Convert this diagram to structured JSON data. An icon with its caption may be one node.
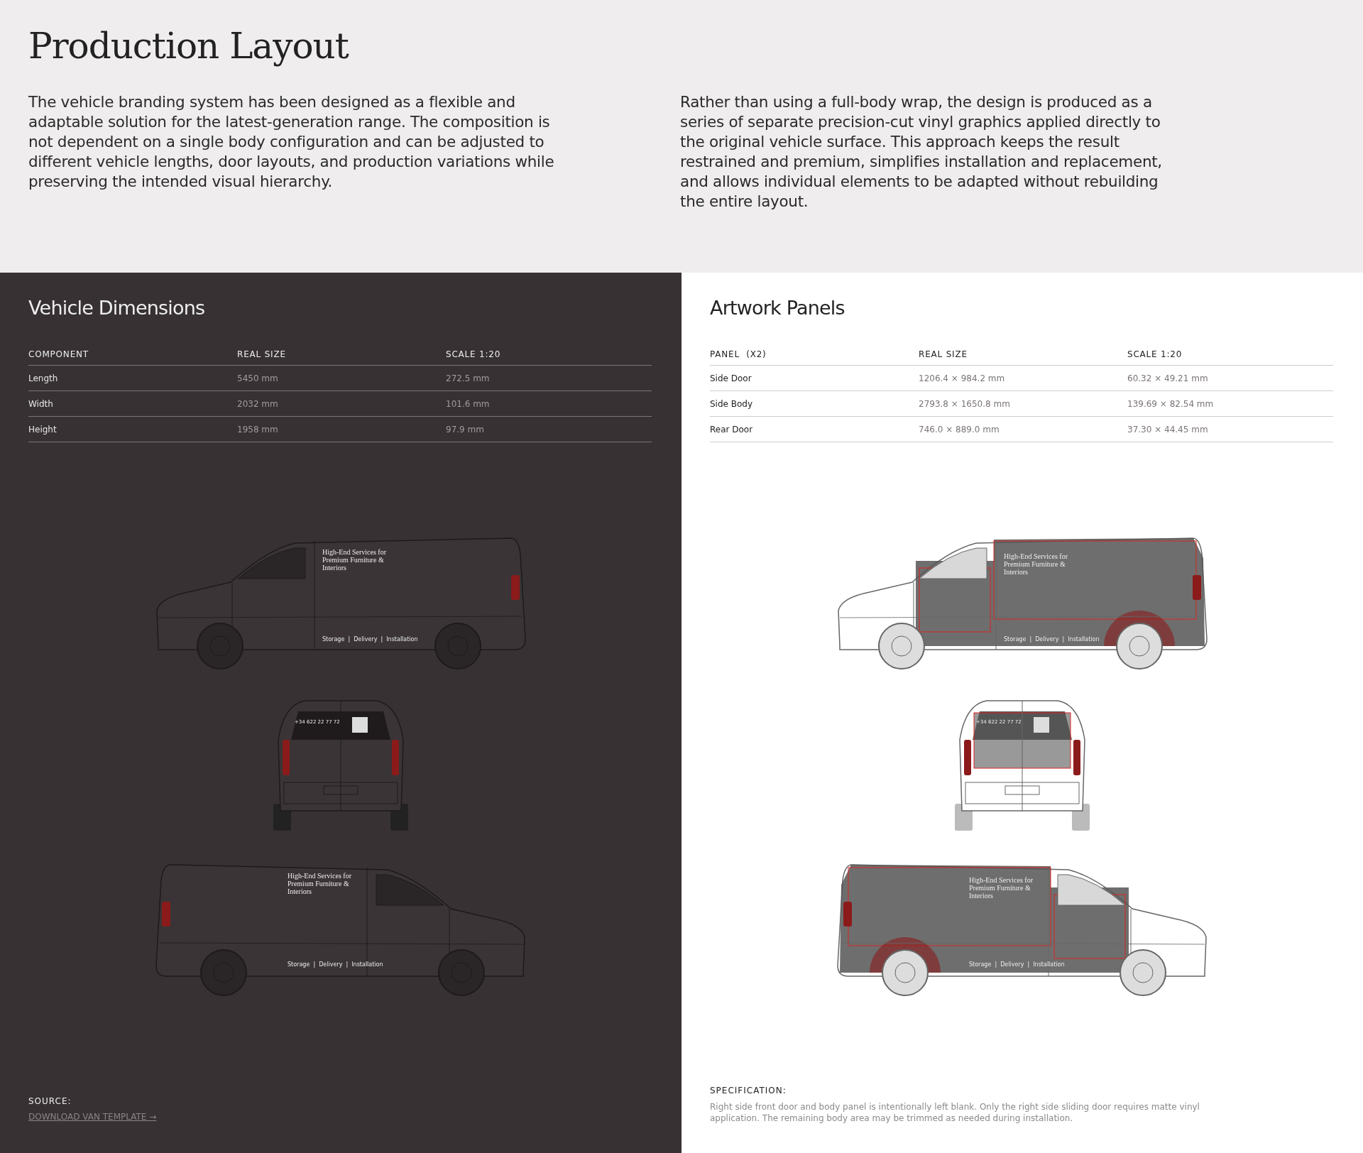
{
  "diagram": {
    "title": "Production Layout",
    "labels": [
      "The vehicle branding system has been designed as a flexible and adaptable solution for the latest-generation range. The composition is not dependent on a single body configuration and can be adjusted to different vehicle lengths, door layouts, and production variations while preserving the intended visual hierarchy.",
      "Rather than using a full-body wrap, the design is produced as a series of separate precision-cut vinyl graphics applied directly to the original vehicle surface. This approach keeps the result restrained and premium, simplifies installation and replacement, and allows individual elements to be adapted without rebuilding the entire layout.",
      "Vehicle Dimensions",
      "COMPONENT",
      "REAL SIZE",
      "SCALE 1:20",
      "Length",
      "5450 mm",
      "272.5 mm",
      "Width",
      "2032 mm",
      "101.6 mm",
      "Height",
      "1958 mm",
      "97.9 mm",
      "Artwork Panels",
      "PANEL  (X2)",
      "REAL SIZE",
      "SCALE 1:20",
      "Side Door",
      "1206.4 × 984.2 mm",
      "60.32 × 49.21 mm",
      "Side Body",
      "2793.8 × 1650.8 mm",
      "139.69 × 82.54 mm",
      "Rear Door",
      "746.0 × 889.0 mm",
      "37.30 × 44.45 mm",
      "High-End Services for Premium Furniture & Interiors",
      "Storage  |  Delivery  |  Installation",
      "+34 622 22 77 72",
      "High-End Services for Premium Furniture & Interiors",
      "Storage  |  Delivery  |  Installation",
      "High-End Services for Premium Furniture & Interiors",
      "Storage  |  Delivery  |  Installation",
      "+34 622 22 77 72",
      "High-End Services for Premium Furniture & Interiors",
      "Storage  |  Delivery  |  Installation",
      "SOURCE:",
      "DOWNLOAD VAN TEMPLATE →",
      "SPECIFICATION:",
      "Right side front door and body panel is intentionally left blank. Only the right side sliding door requires matte vinyl application. The remaining body area may be trimmed as needed during installation."
    ]
  }
}
